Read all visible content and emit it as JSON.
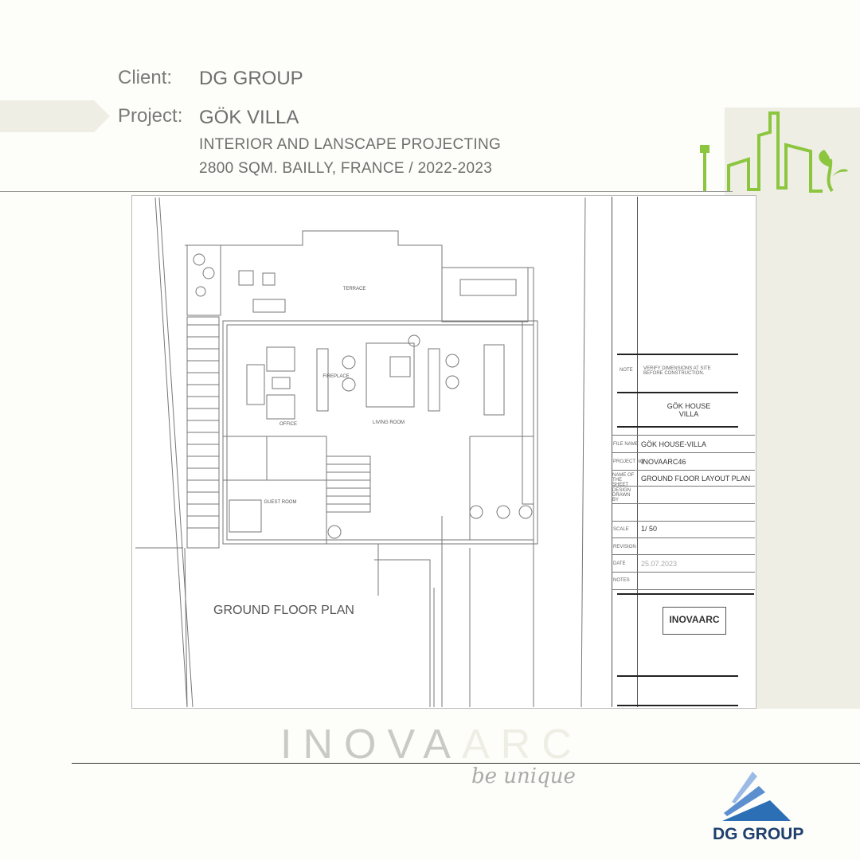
{
  "header": {
    "client_label": "Client:",
    "client_value": "DG GROUP",
    "project_label": "Project:",
    "project_value": "GÖK VILLA",
    "subtitle1": "INTERIOR AND LANSCAPE PROJECTING",
    "subtitle2": "2800 SQM. BAILLY, FRANCE / 2022-2023"
  },
  "plan": {
    "title": "GROUND FLOOR PLAN",
    "rooms": [
      "TERRACE",
      "OFFICE",
      "LIVING ROOM",
      "GUEST ROOM",
      "FIREPLACE"
    ]
  },
  "title_block": {
    "note_label": "NOTE",
    "note": "VERIFY DIMENSIONS AT SITE BEFORE CONSTRUCTION.",
    "project_name": "GÖK HOUSE",
    "project_name2": "VILLA",
    "file_name_label": "FILE NAME",
    "file_name": "GÖK HOUSE-VILLA",
    "project_no_label": "PROJECT NO",
    "project_no": "INOVAARC46",
    "sheet_label": "NAME OF THE SHEET",
    "sheet": "GROUND FLOOR LAYOUT PLAN",
    "drawn_label": "DESIGN DRAWN BY",
    "scale_label": "SCALE",
    "scale": "1/ 50",
    "revision_label": "REVISION",
    "date_label": "DATE",
    "date": "25.07.2023",
    "notes_label": "NOTES",
    "firm": "INOVAARC"
  },
  "footer": {
    "logo_main": "INOVA",
    "logo_accent": "ARC",
    "slogan": "be unique",
    "client_logo": "DG GROUP"
  },
  "colors": {
    "green": "#8cc63f",
    "blue": "#2c6fb5",
    "beige": "#efeee5"
  }
}
